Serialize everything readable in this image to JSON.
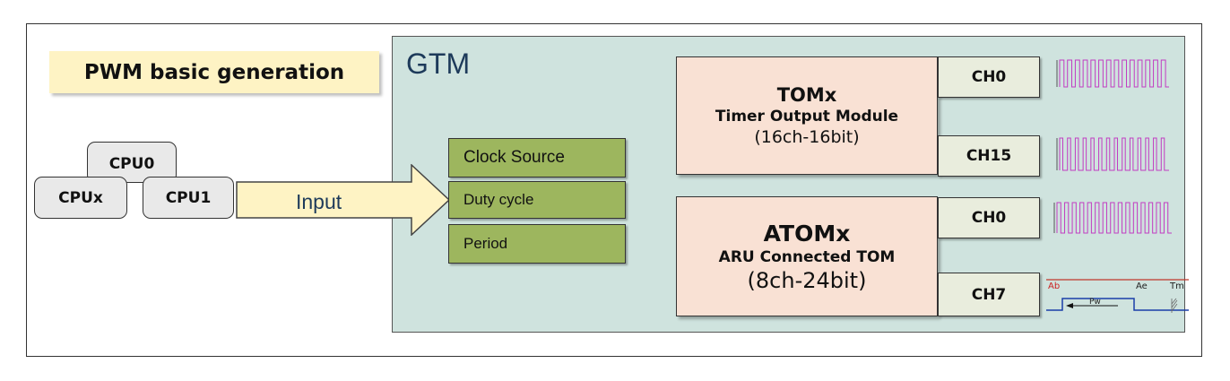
{
  "title": "PWM basic generation",
  "cpus": {
    "cpu0": "CPU0",
    "cpux": "CPUx",
    "cpu1": "CPU1"
  },
  "input_label": "Input",
  "gtm": {
    "label": "GTM",
    "params": [
      "Clock Source",
      "Duty cycle",
      "Period"
    ],
    "tom": {
      "name": "TOMx",
      "subtitle": "Timer Output Module",
      "spec": "(16ch-16bit)",
      "channels": [
        "CH0",
        "CH15"
      ]
    },
    "atom": {
      "name": "ATOMx",
      "subtitle": "ARU Connected TOM",
      "spec": "(8ch-24bit)",
      "channels": [
        "CH0",
        "CH7"
      ]
    }
  },
  "timing_diagram": {
    "labels": {
      "ab": "Ab",
      "ae": "Ae",
      "tm": "Tm",
      "pw": "Pw"
    },
    "colors": {
      "ab": "#cc2222",
      "line": "#1a3ea8"
    }
  },
  "waveform_color": "#c23cc2"
}
